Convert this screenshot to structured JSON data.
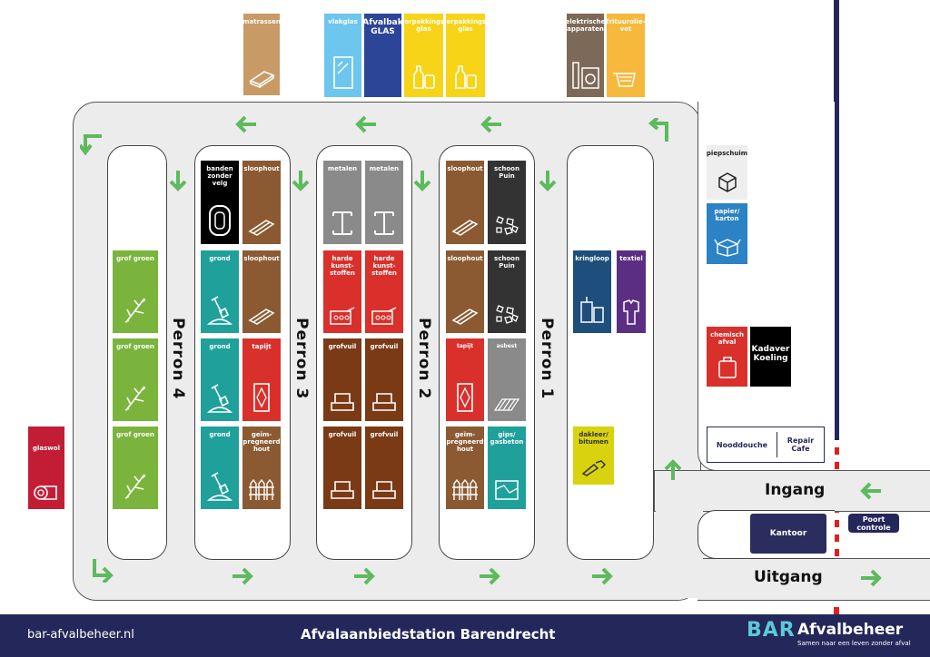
{
  "colors": {
    "arrow": "#5dba5d",
    "footer": "#24275a",
    "brown": "#7b4a26",
    "sloophout": "#8b5a32",
    "green": "#7ab43c",
    "teal": "#1fa09a",
    "red": "#d9302b",
    "grey": "#8a8a8a",
    "dark": "#333333",
    "glass_blue": "#6cc6ee",
    "glass_dark": "#2d4597",
    "yellow": "#f7d417",
    "taupe": "#7c6957",
    "orange": "#f6b93b",
    "mat": "#c89a66",
    "purple": "#5b2e84",
    "navy": "#1d4e7c",
    "paper": "#2b83c5",
    "glaswol": "#c31d36",
    "bitumen": "#d9d20e",
    "kantoor": "#2a2d5d"
  },
  "top_bins": {
    "matrassen": "matrassen",
    "vlakglas": "vlakglas",
    "afvalbak": "Afvalbak",
    "glas": "GLAS",
    "verpakkingsglas_1": "verpakkings-glas",
    "verpakkingsglas_2": "verpakkings-glas",
    "elektrische": "elektrische apparaten",
    "frituurolie": "frituurolie-vet"
  },
  "perron4": {
    "label": "Perron 4",
    "a": "grof groen",
    "b": "grof groen",
    "c": "grof groen"
  },
  "perron3": {
    "label": "Perron 3",
    "r1a": "banden zonder velg",
    "r1b": "sloophout",
    "r2a": "grond",
    "r2b": "sloophout",
    "r3a": "grond",
    "r3b": "tapijt",
    "r4a": "grond",
    "r4b": "geïm-pregneerd hout"
  },
  "perron2": {
    "label": "Perron 2",
    "r1a": "metalen",
    "r1b": "metalen",
    "r2a": "harde kunst-stoffen",
    "r2b": "harde kunst-stoffen",
    "r3a": "grofvuil",
    "r3b": "grofvuil",
    "r4a": "grofvuil",
    "r4b": "grofvuil"
  },
  "perron1": {
    "label": "Perron 1",
    "r1a": "sloophout",
    "r1b": "schoon Puin",
    "r2a": "sloophout",
    "r2b": "schoon Puin",
    "r3a": "tapijt",
    "r3b": "asbest",
    "r4a": "geïm-pregneerd hout",
    "r4b": "gips/ gasbeton"
  },
  "right_island": {
    "kringloop": "kringloop",
    "textiel": "textiel",
    "dakleer": "dakleer/ bitumen"
  },
  "side": {
    "piepschuim": "piepschuim",
    "papier": "papier/ karton",
    "chemisch": "chemisch afval",
    "kadaver": "Kadaver Koeling",
    "nooddouche": "Nooddouche",
    "repair": "Repair Cafe",
    "glaswol": "glaswol"
  },
  "ingang": "Ingang",
  "uitgang": "Uitgang",
  "kantoor": "Kantoor",
  "poort": "Poort controle",
  "footer": {
    "url": "bar-afvalbeheer.nl",
    "title": "Afvalaanbiedstation Barendrecht",
    "logo_mark": "BAR",
    "logo_name": "Afvalbeheer",
    "tagline": "Samen naar een leven zonder afval"
  }
}
